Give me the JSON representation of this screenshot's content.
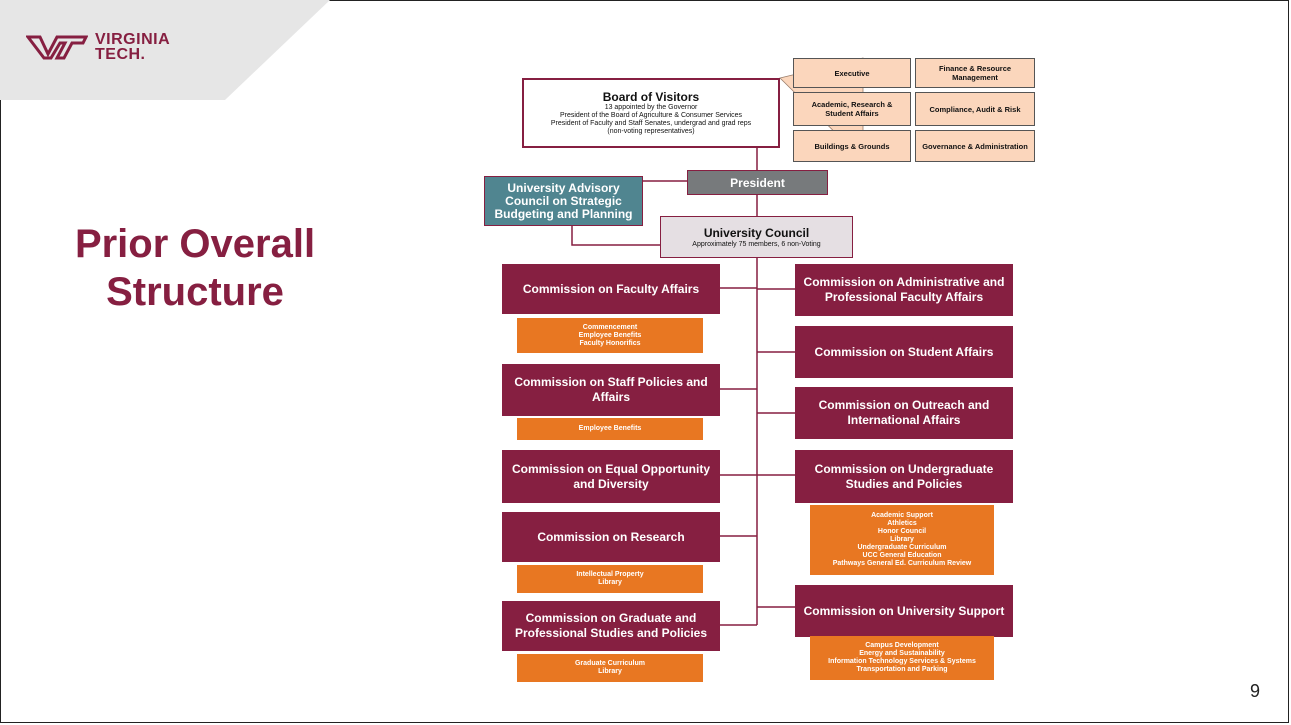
{
  "brand": {
    "logo_line1": "VIRGINIA",
    "logo_line2": "TECH.",
    "maroon": "#861f41",
    "orange": "#e87722",
    "teal": "#508590",
    "gray": "#777a7c",
    "peach": "#fbd6bc"
  },
  "slide": {
    "title_line1": "Prior Overall",
    "title_line2": "Structure",
    "page_number": "9"
  },
  "board": {
    "title": "Board of Visitors",
    "lines": [
      "13 appointed by the Governor",
      "President of the Board of Agriculture & Consumer Services",
      "President of Faculty and Staff Senates, undergrad and grad reps",
      "(non-voting representatives)"
    ],
    "committees": [
      "Executive",
      "Finance & Resource Management",
      "Academic, Research & Student Affairs",
      "Compliance, Audit & Risk",
      "Buildings & Grounds",
      "Governance & Administration"
    ]
  },
  "president": "President",
  "advisory": "University Advisory Council on Strategic Budgeting and Planning",
  "council": {
    "title": "University Council",
    "subtitle": "Approximately 75 members, 6 non-Voting"
  },
  "left_commissions": [
    {
      "name": "Commission on Faculty Affairs",
      "committees": [
        "Commencement",
        "Employee Benefits",
        "Faculty Honorifics"
      ]
    },
    {
      "name": "Commission on Staff Policies and Affairs",
      "committees": [
        "Employee Benefits"
      ]
    },
    {
      "name": "Commission on Equal Opportunity and Diversity",
      "committees": []
    },
    {
      "name": "Commission on Research",
      "committees": [
        "Intellectual Property",
        "Library"
      ]
    },
    {
      "name": "Commission on Graduate and Professional Studies and Policies",
      "committees": [
        "Graduate Curriculum",
        "Library"
      ]
    }
  ],
  "right_commissions": [
    {
      "name": "Commission on Administrative and Professional Faculty Affairs",
      "committees": []
    },
    {
      "name": "Commission on Student Affairs",
      "committees": []
    },
    {
      "name": "Commission on Outreach and International Affairs",
      "committees": []
    },
    {
      "name": "Commission on Undergraduate Studies and Policies",
      "committees": [
        "Academic Support",
        "Athletics",
        "Honor Council",
        "Library",
        "Undergraduate Curriculum",
        "UCC General Education",
        "Pathways General Ed. Curriculum Review"
      ]
    },
    {
      "name": "Commission on University Support",
      "committees": [
        "Campus Development",
        "Energy and Sustainability",
        "Information Technology Services & Systems",
        "Transportation and Parking"
      ]
    }
  ]
}
